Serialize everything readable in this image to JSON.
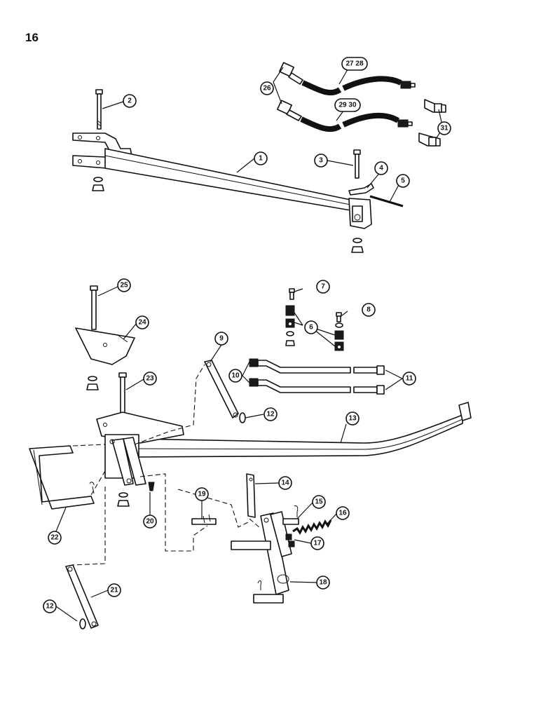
{
  "page_number": "16",
  "callouts": [
    {
      "id": "c1",
      "label": "1"
    },
    {
      "id": "c2",
      "label": "2"
    },
    {
      "id": "c3",
      "label": "3"
    },
    {
      "id": "c4",
      "label": "4"
    },
    {
      "id": "c5",
      "label": "5"
    },
    {
      "id": "c6",
      "label": "6"
    },
    {
      "id": "c7",
      "label": "7"
    },
    {
      "id": "c8",
      "label": "8"
    },
    {
      "id": "c9",
      "label": "9"
    },
    {
      "id": "c10",
      "label": "10"
    },
    {
      "id": "c11",
      "label": "11"
    },
    {
      "id": "c12a",
      "label": "12"
    },
    {
      "id": "c12b",
      "label": "12"
    },
    {
      "id": "c13",
      "label": "13"
    },
    {
      "id": "c14",
      "label": "14"
    },
    {
      "id": "c15",
      "label": "15"
    },
    {
      "id": "c16",
      "label": "16"
    },
    {
      "id": "c17",
      "label": "17"
    },
    {
      "id": "c18",
      "label": "18"
    },
    {
      "id": "c19",
      "label": "19"
    },
    {
      "id": "c20",
      "label": "20"
    },
    {
      "id": "c21",
      "label": "21"
    },
    {
      "id": "c22",
      "label": "22"
    },
    {
      "id": "c23",
      "label": "23"
    },
    {
      "id": "c24",
      "label": "24"
    },
    {
      "id": "c25",
      "label": "25"
    },
    {
      "id": "c26",
      "label": "26"
    },
    {
      "id": "c2728",
      "label": "27 28"
    },
    {
      "id": "c2930",
      "label": "29 30"
    },
    {
      "id": "c31",
      "label": "31"
    }
  ]
}
